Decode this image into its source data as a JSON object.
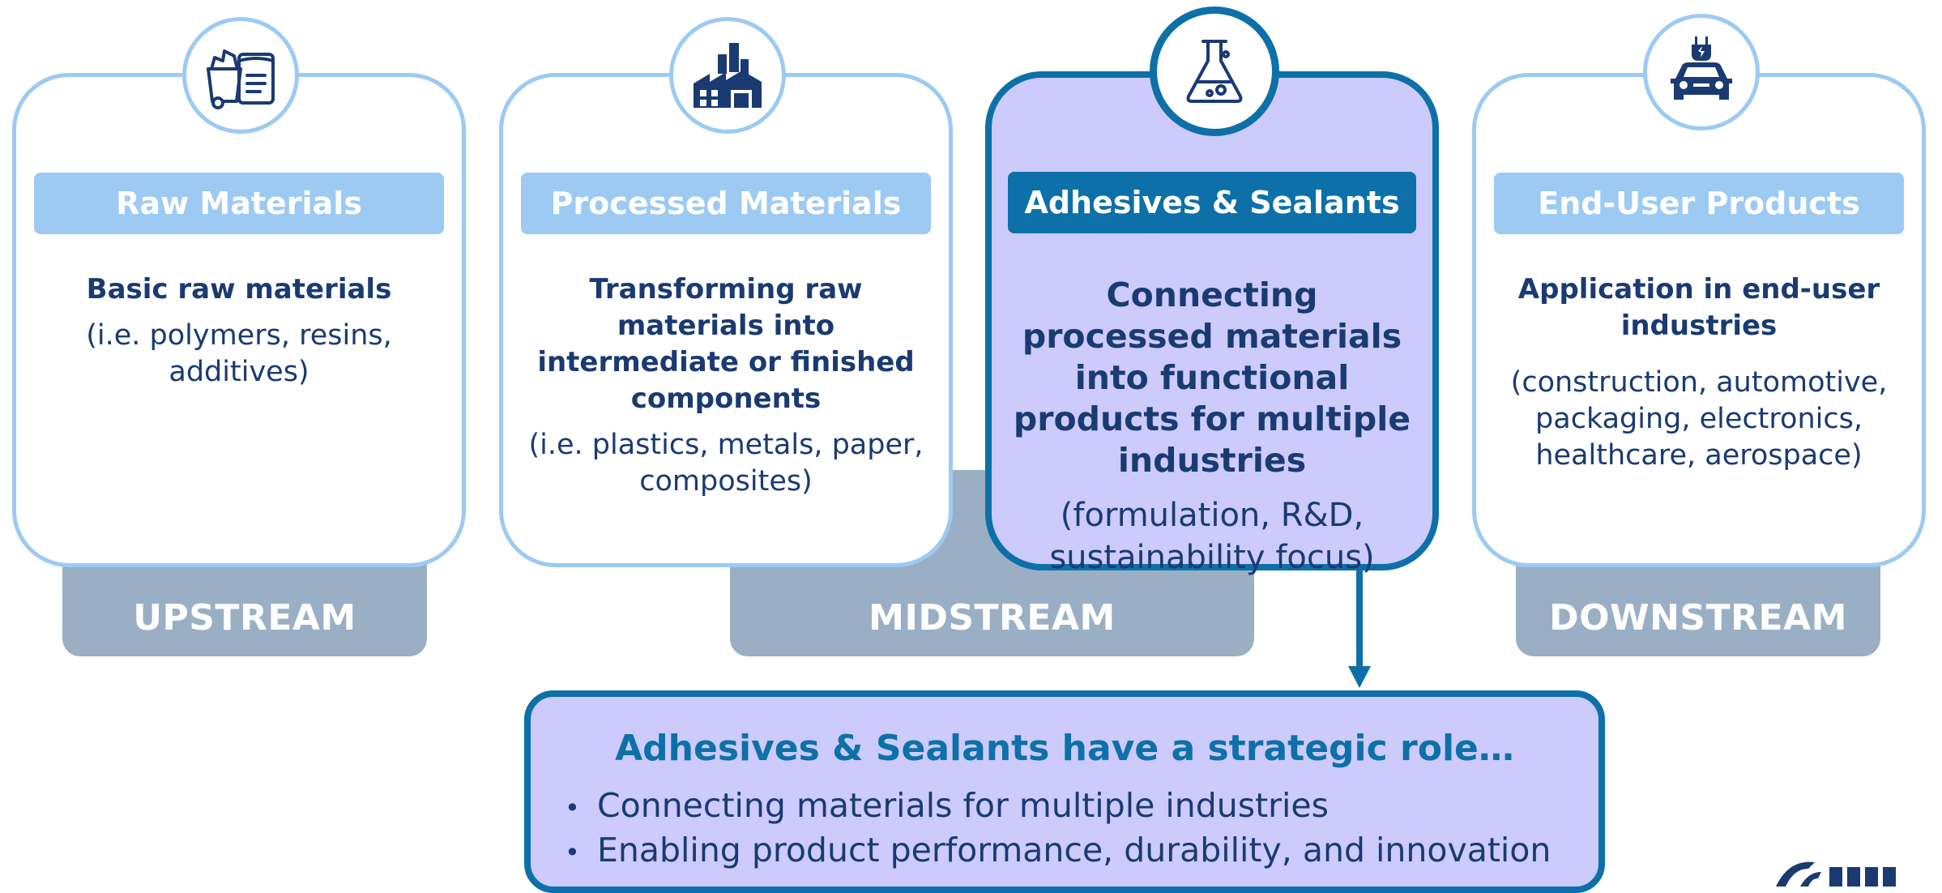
{
  "stages": [
    {
      "id": "raw",
      "icon": "raw-materials-icon",
      "header": "Raw Materials",
      "title": "Basic raw materials",
      "description": "(i.e. polymers, resins, additives)"
    },
    {
      "id": "processed",
      "icon": "factory-icon",
      "header": "Processed Materials",
      "title": "Transforming raw materials into intermediate or finished components",
      "description": "(i.e. plastics, metals, paper, composites)"
    },
    {
      "id": "adhesives",
      "icon": "flask-icon",
      "header": "Adhesives & Sealants",
      "title": "Connecting processed materials into functional products for multiple industries",
      "description": "(formulation, R&D, sustainability focus)",
      "highlighted": true
    },
    {
      "id": "enduser",
      "icon": "car-plug-icon",
      "header": "End-User Products",
      "title": "Application in end-user industries",
      "description": "(construction, automotive, packaging, electronics, healthcare, aerospace)"
    }
  ],
  "bands": [
    "UPSTREAM",
    "MIDSTREAM",
    "DOWNSTREAM"
  ],
  "strategic": {
    "title": "Adhesives & Sealants have a strategic role…",
    "bullets": [
      "Connecting materials for multiple industries",
      "Enabling product performance, durability, and innovation"
    ]
  },
  "colors": {
    "light_blue": "#9ccaf3",
    "dark_blue": "#0d70a8",
    "lavender": "#cccbfc",
    "band_gray": "#9aafc4",
    "text_navy": "#1a3a72"
  }
}
